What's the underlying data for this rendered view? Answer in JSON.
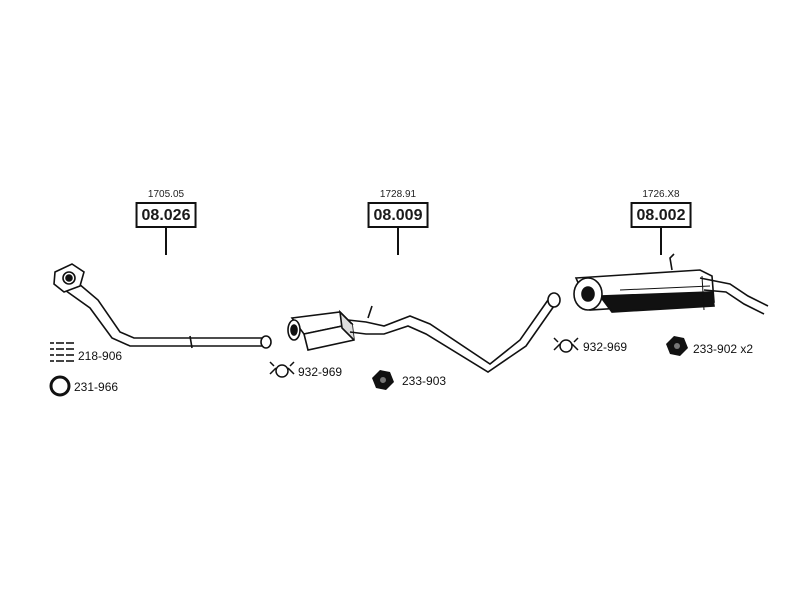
{
  "assemblies": [
    {
      "ref": "1705.05",
      "part": "08.026"
    },
    {
      "ref": "1728.91",
      "part": "08.009"
    },
    {
      "ref": "1726.X8",
      "part": "08.002"
    }
  ],
  "fittings": [
    {
      "label": "218-906",
      "icon": "bolt-set-icon"
    },
    {
      "label": "231-966",
      "icon": "gasket-ring-icon"
    },
    {
      "label": "932-969",
      "icon": "clamp-icon"
    },
    {
      "label": "233-903",
      "icon": "rubber-mount-icon"
    },
    {
      "label": "932-969",
      "icon": "clamp-icon"
    },
    {
      "label": "233-902 x2",
      "icon": "rubber-mount-icon"
    }
  ]
}
